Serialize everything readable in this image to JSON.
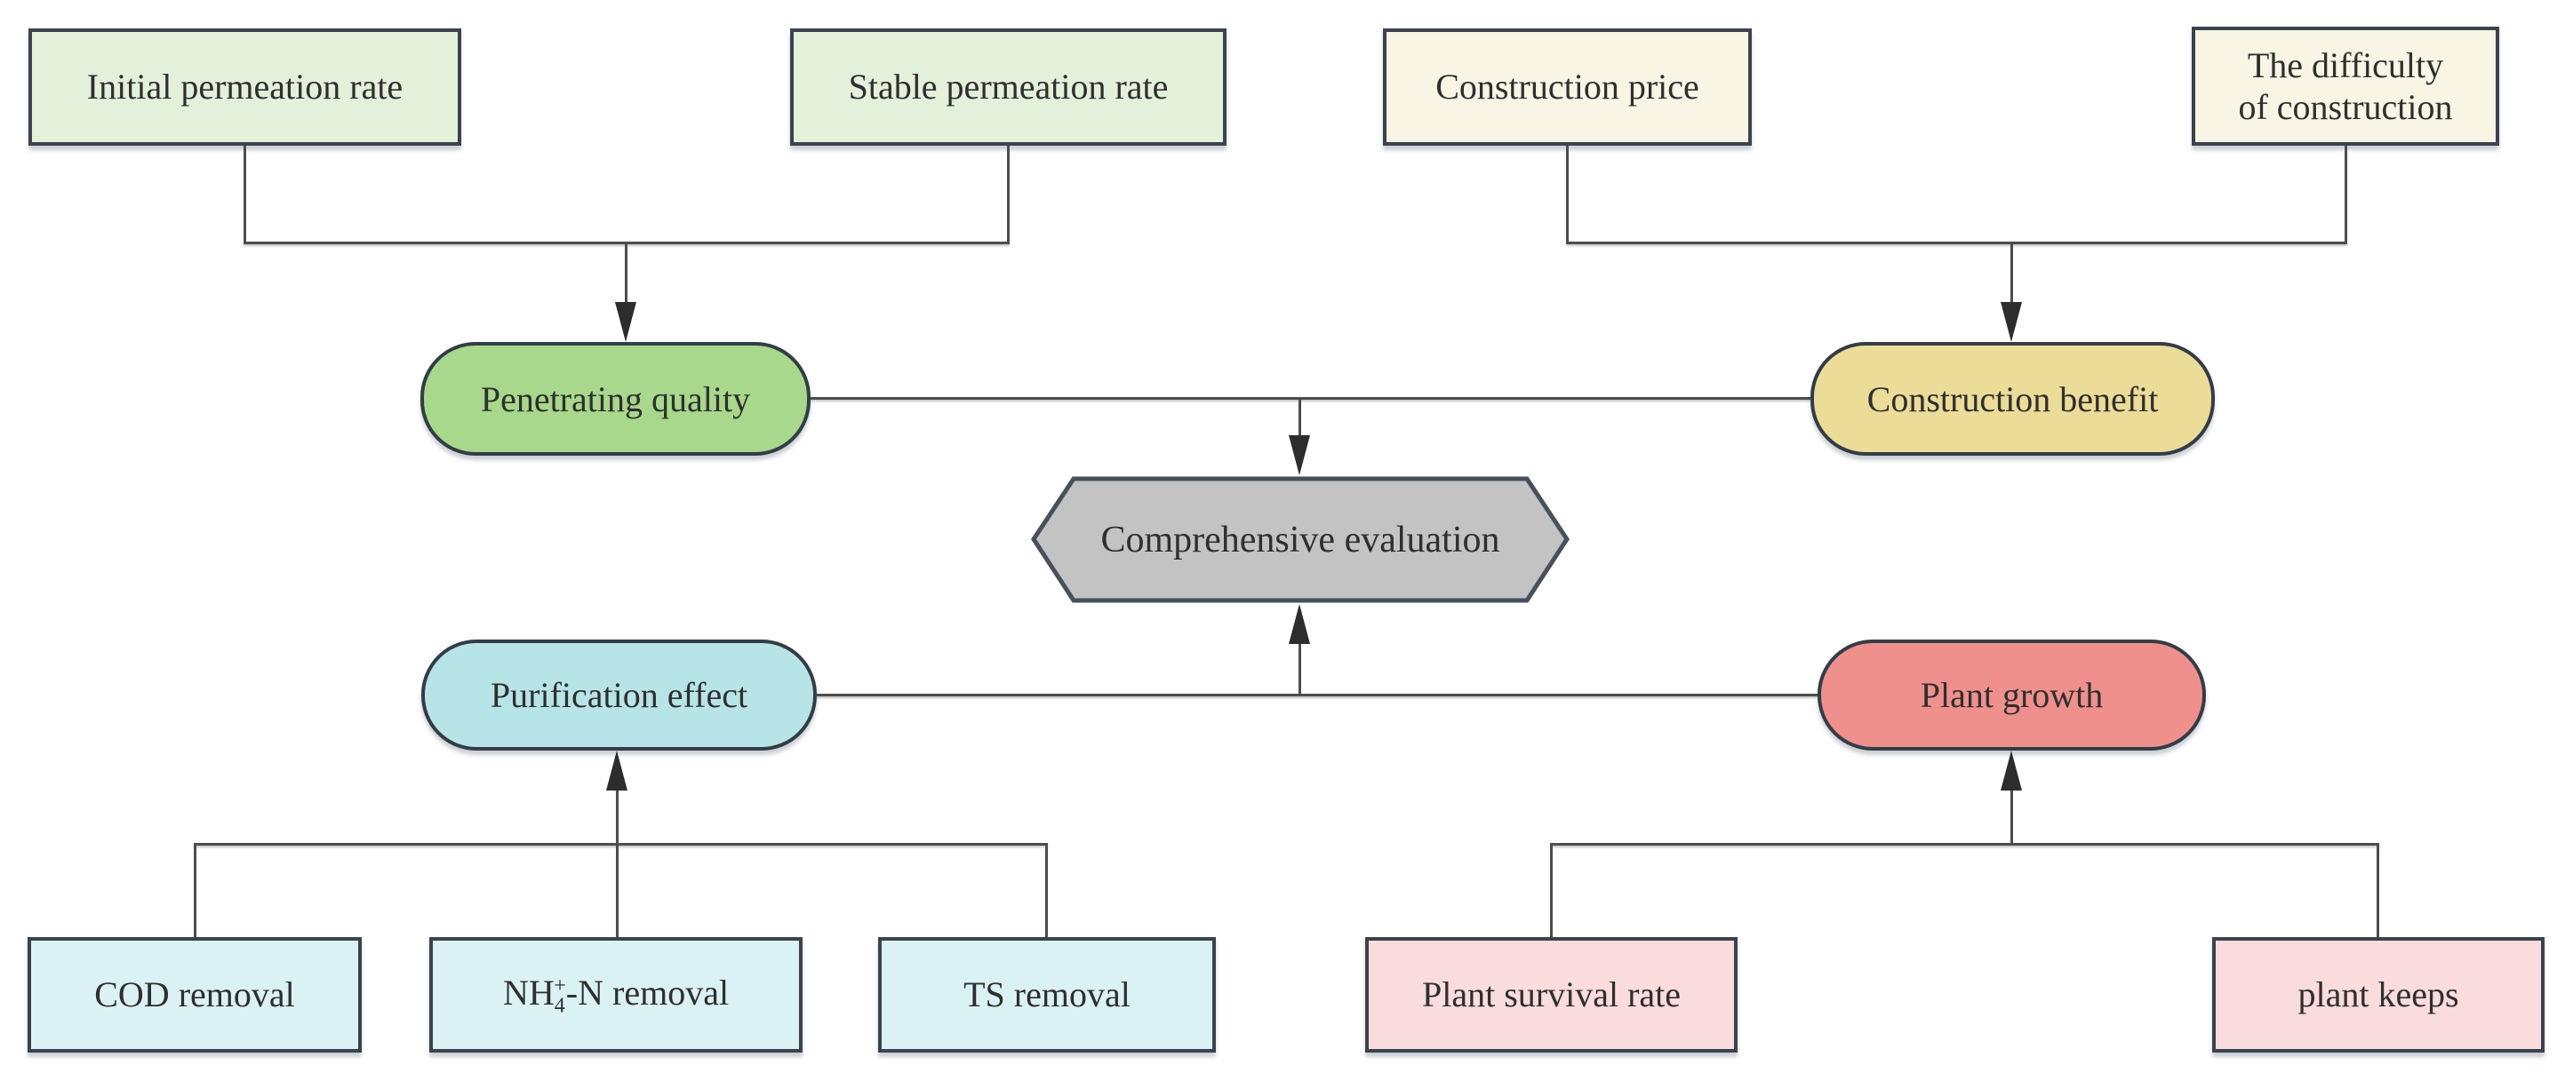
{
  "nodes": {
    "initial_permeation": {
      "label": "Initial permeation rate",
      "fill": "#e4f1da"
    },
    "stable_permeation": {
      "label": "Stable permeation rate",
      "fill": "#e4f1da"
    },
    "construction_price": {
      "label": "Construction price",
      "fill": "#f9f5e4"
    },
    "construction_difficulty": {
      "label": "The difficulty\nof construction",
      "fill": "#f9f5e4"
    },
    "penetrating_quality": {
      "label": "Penetrating quality",
      "fill": "#a7d88b"
    },
    "construction_benefit": {
      "label": "Construction benefit",
      "fill": "#ebdc97"
    },
    "comprehensive_evaluation": {
      "label": "Comprehensive evaluation",
      "fill": "#c3c3c3"
    },
    "purification_effect": {
      "label": "Purification effect",
      "fill": "#b7e5e7"
    },
    "plant_growth": {
      "label": "Plant growth",
      "fill": "#ef908d"
    },
    "cod_removal": {
      "label": "COD removal",
      "fill": "#dbf2f4"
    },
    "nh4_removal": {
      "prefix": "NH",
      "sub": "4",
      "sup": "+",
      "suffix": "-N removal",
      "fill": "#dbf2f4"
    },
    "ts_removal": {
      "label": "TS removal",
      "fill": "#dbf2f4"
    },
    "plant_survival_rate": {
      "label": "Plant survival rate",
      "fill": "#f9dcdb"
    },
    "plant_keeps": {
      "label": "plant keeps",
      "fill": "#f9dcdb"
    }
  },
  "colors": {
    "background": "#ffffff",
    "rect_border": "#3a434e",
    "stadium_border": "#333d47",
    "hexagon_border": "#47515c",
    "connector_line": "#4d4d4d",
    "arrowhead": "#2d2d2d",
    "text": "#2f2f2f"
  }
}
